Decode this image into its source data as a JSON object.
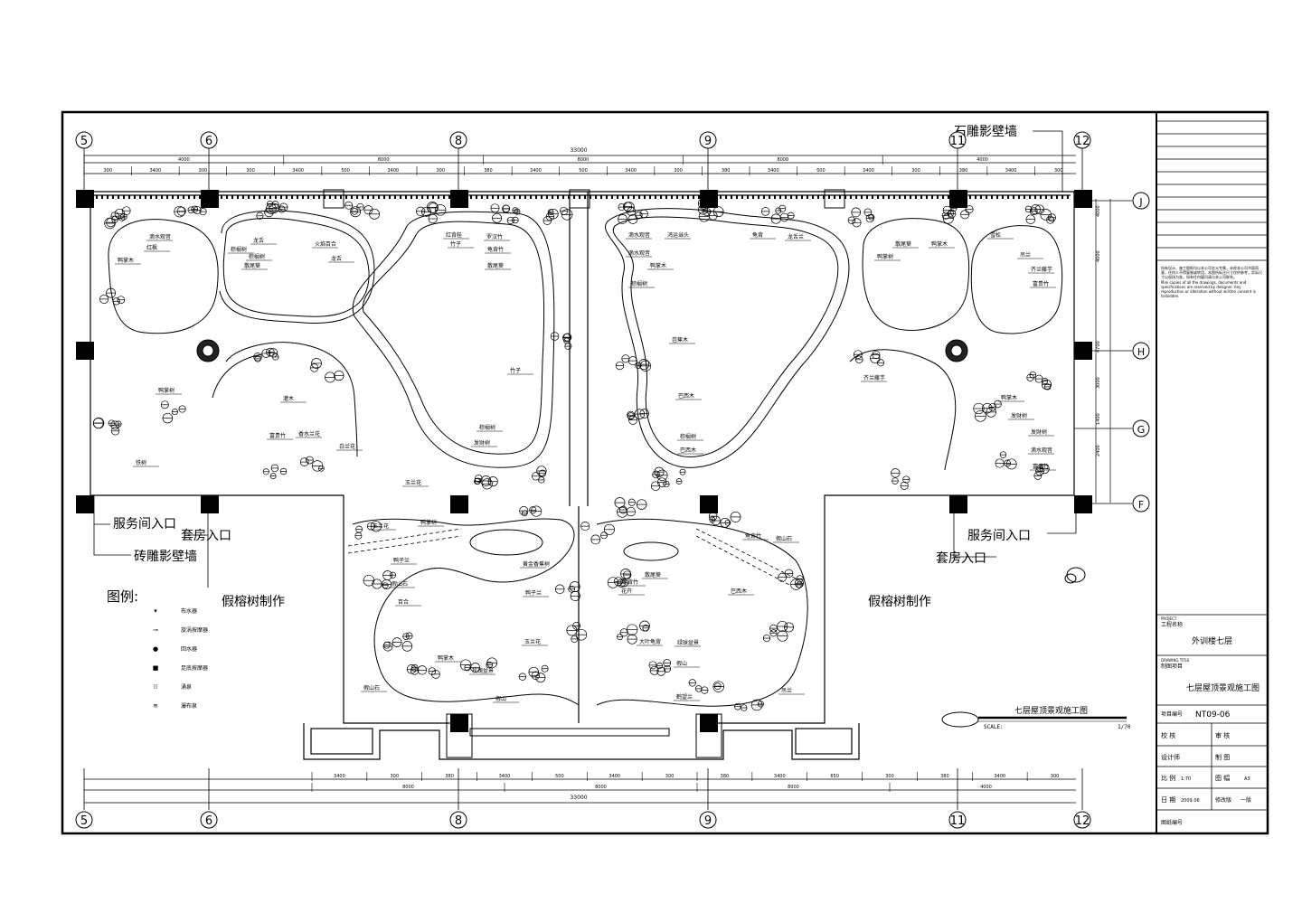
{
  "grid": {
    "columns": [
      "5",
      "6",
      "8",
      "9",
      "11",
      "12"
    ],
    "rows": [
      "J",
      "H",
      "G",
      "F"
    ]
  },
  "dimensions": {
    "top_total": "33000",
    "top_spans": [
      "4000",
      "8000",
      "8000",
      "8000",
      "4000"
    ],
    "top_details": [
      "300",
      "3400",
      "300",
      "300",
      "3400",
      "500",
      "3400",
      "300",
      "380",
      "3400",
      "500",
      "3400",
      "300",
      "380",
      "3400",
      "500",
      "3400",
      "300",
      "380",
      "3400",
      "300"
    ],
    "bottom_total": "33000",
    "bottom_spans": [
      "8000",
      "8000",
      "8000",
      "4000"
    ],
    "bottom_details": [
      "3400",
      "300",
      "380",
      "3400",
      "500",
      "3400",
      "300",
      "380",
      "3400",
      "650",
      "300",
      "380",
      "3400",
      "300"
    ],
    "right_dims": [
      "4000",
      "4000",
      "4700",
      "3000",
      "1400",
      "2400"
    ]
  },
  "callouts": {
    "stone_wall": "石雕影壁墙",
    "brick_wall": "砖雕影壁墙",
    "service_entry_left": "服务间入口",
    "suite_entry_left": "套房入口",
    "service_entry_right": "服务间入口",
    "suite_entry_right": "套房入口",
    "fake_banyan_left": "假榕树制作",
    "fake_banyan_right": "假榕树制作"
  },
  "plant_labels": [
    "滴水观音",
    "红枫",
    "鸭掌木",
    "龙舌",
    "棕榈树",
    "火焰百合",
    "龙舌",
    "散尾葵",
    "鸭掌树",
    "红背桂",
    "竹子",
    "罗汉竹",
    "龟背竹",
    "散尾葵",
    "竹子",
    "棕榈树",
    "发财树",
    "富贵竹",
    "香水兰花",
    "灌木",
    "白兰花",
    "玉兰花",
    "鸭掌树",
    "黄金香蕉树",
    "棕榈树",
    "铁树",
    "滴水观音",
    "鸿运当头",
    "龟背",
    "龙舌兰",
    "滴水观音",
    "鸭掌木",
    "棕榈树",
    "芭蕉木",
    "巴西木",
    "棕榈树",
    "巴西木",
    "鸭掌树",
    "散尾葵",
    "鸭掌木",
    "雪松",
    "吊兰",
    "齐兰藤芋",
    "富贵竹",
    "齐兰藤芋",
    "鸭掌木",
    "发财树",
    "发财树",
    "滴水观音",
    "富贵竹",
    "玉兰花",
    "鸭子兰",
    "假山石",
    "百合",
    "鸭掌木",
    "玫瑰盆景",
    "玉兰花",
    "假山",
    "假山石",
    "鸭子兰",
    "龟背竹",
    "散尾葵",
    "花卉",
    "大叶龟背",
    "绿球盆景",
    "假山",
    "鹤望兰",
    "吊兰",
    "巴西木",
    "假山石",
    "龟背竹"
  ],
  "legend": {
    "title": "图例:",
    "items": [
      "布水器",
      "旋涡按摩器",
      "回水器",
      "足底按摩器",
      "涌泉",
      "瀑布泉"
    ]
  },
  "drawing_title": {
    "title": "七层屋顶景观施工图",
    "scale_label": "SCALE:",
    "scale_value": "1/70"
  },
  "title_block": {
    "notes_cn": "所有设计、施工图纸均以本公司名义专属，未经本公司书面同意，任何人不得复制或转用，本图所标注尺寸仅供参考，实际尺寸以现场为准，如有任何疑问请与本公司联系。",
    "notes_en": "Mini copies of all the drawings, documents and specifications are reserved by designer. Any reproduction or alteration without written consent is forbidden.",
    "project_label_en": "PROJECT",
    "project_label": "工程名称",
    "project_name": "外训楼七层",
    "drawing_label_en": "DRAWING TITLE",
    "drawing_label": "制图项目",
    "drawing_name": "七层屋顶景观施工图",
    "project_no_label": "项目编号",
    "project_no": "NT09-06",
    "check_label": "校 核",
    "review_label": "审 核",
    "design_label": "设计师",
    "draw_label": "制 图",
    "scale_label": "比 例",
    "scale": "1:70",
    "sheet_label": "图 幅",
    "sheet": "A3",
    "date_label": "日 期",
    "date": "2009.06",
    "version_label": "修改版",
    "version": "一版",
    "drawing_no_label": "图纸编号"
  }
}
